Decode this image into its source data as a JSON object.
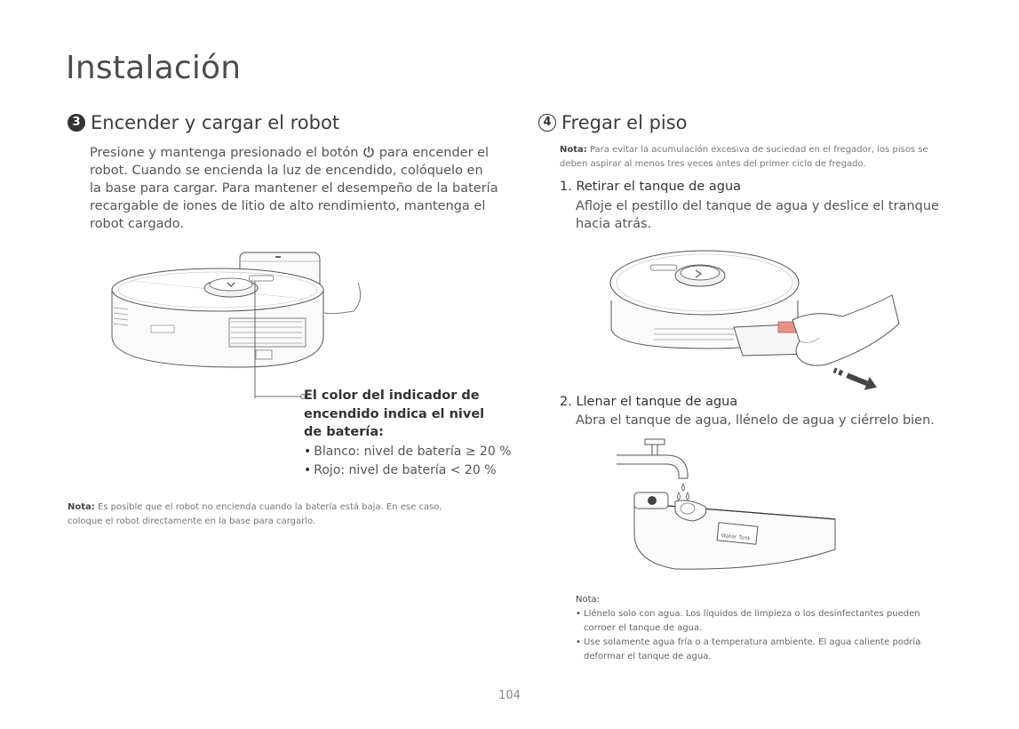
{
  "page": {
    "title": "Instalación",
    "page_number": "104"
  },
  "section3": {
    "badge": "3",
    "heading": "Encender y cargar el robot",
    "body_before_icon": "Presione y mantenga presionado el botón",
    "body_after_icon": "para encender el",
    "body_lines": [
      "robot. Cuando se encienda la luz de encendido, colóquelo en",
      "la base para cargar. Para mantener el desempeño de la batería",
      "recargable de iones de litio de alto rendimiento, mantenga el",
      "robot cargado."
    ],
    "callout_lines": [
      "El color del indicador de",
      "encendido indica el nivel",
      "de batería:"
    ],
    "bullets": [
      "Blanco: nivel de batería ≥ 20 %",
      "Rojo: nivel de batería < 20 %"
    ],
    "note_label": "Nota:",
    "note_line1": "Es posible que el robot no encienda cuando la batería está baja. En ese caso,",
    "note_line2": "coloque el robot directamente en la base para cargarlo.",
    "power_icon": "power-icon"
  },
  "section4": {
    "badge": "4",
    "heading": "Fregar el piso",
    "note_label": "Nota:",
    "note_line1": "Para evitar la acumulación excesiva de suciedad en el fregador, los pisos se",
    "note_line2": "deben aspirar al menos tres veces antes del primer ciclo de fregado.",
    "step1_title": "1. Retirar el tanque de agua",
    "step1_line1": "Afloje el pestillo del tanque de agua y deslice el tranque",
    "step1_line2": "hacia atrás.",
    "step2_title": "2. Llenar el tanque de agua",
    "step2_line1": "Abra el tanque de agua, llénelo de agua y ciérrelo bien.",
    "note2_label": "Nota:",
    "note2_items": [
      {
        "line1": "Llénelo solo con agua. Los líquidos de limpieza o los desinfectantes pueden",
        "line2": "corroer el tanque de agua."
      },
      {
        "line1": "Use solamente agua fría o a temperatura ambiente. El agua caliente podría",
        "line2": "deformar el tanque de agua."
      }
    ],
    "tank_label": "Water Tank"
  }
}
